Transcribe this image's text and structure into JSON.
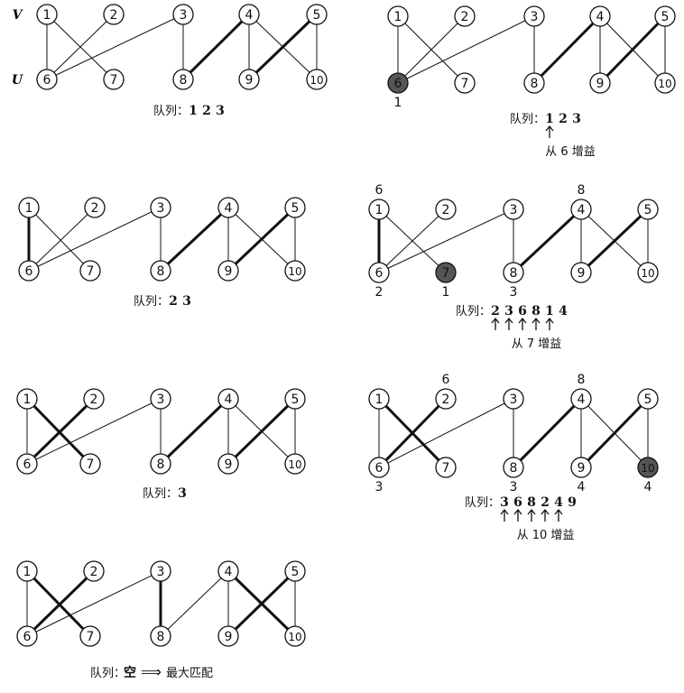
{
  "row_labels": {
    "v": "V",
    "u": "U"
  },
  "panels": [
    {
      "id": "panel-1",
      "nodes": [
        {
          "id": "1",
          "label": "1",
          "side": "V",
          "col": 0
        },
        {
          "id": "2",
          "label": "2",
          "side": "V",
          "col": 2
        },
        {
          "id": "3",
          "label": "3",
          "side": "V",
          "col": 3
        },
        {
          "id": "4",
          "label": "4",
          "side": "V",
          "col": 4
        },
        {
          "id": "5",
          "label": "5",
          "side": "V",
          "col": 5
        },
        {
          "id": "6",
          "label": "6",
          "side": "U",
          "col": 0
        },
        {
          "id": "7",
          "label": "7",
          "side": "U",
          "col": 1
        },
        {
          "id": "8",
          "label": "8",
          "side": "U",
          "col": 3
        },
        {
          "id": "9",
          "label": "9",
          "side": "U",
          "col": 4
        },
        {
          "id": "10",
          "label": "10",
          "side": "U",
          "col": 5
        }
      ],
      "edges": [
        [
          "1",
          "6",
          false
        ],
        [
          "1",
          "7",
          false
        ],
        [
          "2",
          "6",
          false
        ],
        [
          "3",
          "6",
          false
        ],
        [
          "3",
          "8",
          false
        ],
        [
          "4",
          "8",
          true
        ],
        [
          "4",
          "9",
          false
        ],
        [
          "4",
          "10",
          false
        ],
        [
          "5",
          "9",
          true
        ],
        [
          "5",
          "10",
          false
        ]
      ],
      "highlight": [],
      "node_marks": {},
      "queue_label": "队列：",
      "queue": [
        "1",
        "2",
        "3"
      ],
      "queue_arrows": [],
      "caption": ""
    },
    {
      "id": "panel-2",
      "nodes": [
        {
          "id": "1",
          "label": "1",
          "side": "V",
          "col": 0
        },
        {
          "id": "2",
          "label": "2",
          "side": "V",
          "col": 2
        },
        {
          "id": "3",
          "label": "3",
          "side": "V",
          "col": 3
        },
        {
          "id": "4",
          "label": "4",
          "side": "V",
          "col": 4
        },
        {
          "id": "5",
          "label": "5",
          "side": "V",
          "col": 5
        },
        {
          "id": "6",
          "label": "6",
          "side": "U",
          "col": 0
        },
        {
          "id": "7",
          "label": "7",
          "side": "U",
          "col": 1
        },
        {
          "id": "8",
          "label": "8",
          "side": "U",
          "col": 3
        },
        {
          "id": "9",
          "label": "9",
          "side": "U",
          "col": 4
        },
        {
          "id": "10",
          "label": "10",
          "side": "U",
          "col": 5
        }
      ],
      "edges": [
        [
          "1",
          "6",
          false
        ],
        [
          "1",
          "7",
          false
        ],
        [
          "2",
          "6",
          false
        ],
        [
          "3",
          "6",
          false
        ],
        [
          "3",
          "8",
          false
        ],
        [
          "4",
          "8",
          true
        ],
        [
          "4",
          "9",
          false
        ],
        [
          "4",
          "10",
          false
        ],
        [
          "5",
          "9",
          true
        ],
        [
          "5",
          "10",
          false
        ]
      ],
      "highlight": [
        "6"
      ],
      "node_marks": {
        "6": "1"
      },
      "queue_label": "队列：",
      "queue": [
        "1",
        "2",
        "3"
      ],
      "queue_arrows": [
        0
      ],
      "caption": "从 6 增益"
    },
    {
      "id": "panel-3",
      "nodes": [
        {
          "id": "1",
          "label": "1",
          "side": "V",
          "col": 0
        },
        {
          "id": "2",
          "label": "2",
          "side": "V",
          "col": 2
        },
        {
          "id": "3",
          "label": "3",
          "side": "V",
          "col": 3
        },
        {
          "id": "4",
          "label": "4",
          "side": "V",
          "col": 4
        },
        {
          "id": "5",
          "label": "5",
          "side": "V",
          "col": 5
        },
        {
          "id": "6",
          "label": "6",
          "side": "U",
          "col": 0
        },
        {
          "id": "7",
          "label": "7",
          "side": "U",
          "col": 1
        },
        {
          "id": "8",
          "label": "8",
          "side": "U",
          "col": 3
        },
        {
          "id": "9",
          "label": "9",
          "side": "U",
          "col": 4
        },
        {
          "id": "10",
          "label": "10",
          "side": "U",
          "col": 5
        }
      ],
      "edges": [
        [
          "1",
          "6",
          true
        ],
        [
          "1",
          "7",
          false
        ],
        [
          "2",
          "6",
          false
        ],
        [
          "3",
          "6",
          false
        ],
        [
          "3",
          "8",
          false
        ],
        [
          "4",
          "8",
          true
        ],
        [
          "4",
          "9",
          false
        ],
        [
          "4",
          "10",
          false
        ],
        [
          "5",
          "9",
          true
        ],
        [
          "5",
          "10",
          false
        ]
      ],
      "highlight": [],
      "node_marks": {},
      "queue_label": "队列：",
      "queue": [
        "2",
        "3"
      ],
      "queue_arrows": [],
      "caption": ""
    },
    {
      "id": "panel-4",
      "nodes": [
        {
          "id": "1",
          "label": "1",
          "side": "V",
          "col": 0
        },
        {
          "id": "2",
          "label": "2",
          "side": "V",
          "col": 2
        },
        {
          "id": "3",
          "label": "3",
          "side": "V",
          "col": 4
        },
        {
          "id": "4",
          "label": "4",
          "side": "V",
          "col": 6
        },
        {
          "id": "5",
          "label": "5",
          "side": "V",
          "col": 8
        },
        {
          "id": "6",
          "label": "6",
          "side": "U",
          "col": 0
        },
        {
          "id": "7",
          "label": "7",
          "side": "U",
          "col": 2
        },
        {
          "id": "8",
          "label": "8",
          "side": "U",
          "col": 4
        },
        {
          "id": "9",
          "label": "9",
          "side": "U",
          "col": 6
        },
        {
          "id": "10",
          "label": "10",
          "side": "U",
          "col": 8
        }
      ],
      "edges": [
        [
          "1",
          "6",
          true
        ],
        [
          "1",
          "7",
          false
        ],
        [
          "2",
          "6",
          false
        ],
        [
          "3",
          "6",
          false
        ],
        [
          "3",
          "8",
          false
        ],
        [
          "4",
          "8",
          true
        ],
        [
          "4",
          "9",
          false
        ],
        [
          "4",
          "10",
          false
        ],
        [
          "5",
          "9",
          true
        ],
        [
          "5",
          "10",
          false
        ]
      ],
      "highlight": [
        "7"
      ],
      "node_marks": {
        "1": "6",
        "4": "8",
        "6": "2",
        "7": "1",
        "8": "3"
      },
      "queue_label": "队列：",
      "queue": [
        "2",
        "3",
        "6",
        "8",
        "1",
        "4"
      ],
      "queue_arrows": [
        0,
        1,
        2,
        3,
        4
      ],
      "caption": "从 7 增益"
    },
    {
      "id": "panel-5",
      "nodes": [
        {
          "id": "1",
          "label": "1",
          "side": "V",
          "col": 0
        },
        {
          "id": "2",
          "label": "2",
          "side": "V",
          "col": 2
        },
        {
          "id": "3",
          "label": "3",
          "side": "V",
          "col": 3
        },
        {
          "id": "4",
          "label": "4",
          "side": "V",
          "col": 4
        },
        {
          "id": "5",
          "label": "5",
          "side": "V",
          "col": 5
        },
        {
          "id": "6",
          "label": "6",
          "side": "U",
          "col": 0
        },
        {
          "id": "7",
          "label": "7",
          "side": "U",
          "col": 1
        },
        {
          "id": "8",
          "label": "8",
          "side": "U",
          "col": 3
        },
        {
          "id": "9",
          "label": "9",
          "side": "U",
          "col": 4
        },
        {
          "id": "10",
          "label": "10",
          "side": "U",
          "col": 5
        }
      ],
      "edges": [
        [
          "1",
          "6",
          false
        ],
        [
          "1",
          "7",
          true
        ],
        [
          "2",
          "6",
          true
        ],
        [
          "3",
          "6",
          false
        ],
        [
          "3",
          "8",
          false
        ],
        [
          "4",
          "8",
          true
        ],
        [
          "4",
          "9",
          false
        ],
        [
          "4",
          "10",
          false
        ],
        [
          "5",
          "9",
          true
        ],
        [
          "5",
          "10",
          false
        ]
      ],
      "highlight": [],
      "node_marks": {},
      "queue_label": "队列：",
      "queue": [
        "3"
      ],
      "queue_arrows": [],
      "caption": ""
    },
    {
      "id": "panel-6",
      "nodes": [
        {
          "id": "1",
          "label": "1",
          "side": "V",
          "col": 0
        },
        {
          "id": "2",
          "label": "2",
          "side": "V",
          "col": 2
        },
        {
          "id": "3",
          "label": "3",
          "side": "V",
          "col": 4
        },
        {
          "id": "4",
          "label": "4",
          "side": "V",
          "col": 6
        },
        {
          "id": "5",
          "label": "5",
          "side": "V",
          "col": 8
        },
        {
          "id": "6",
          "label": "6",
          "side": "U",
          "col": 0
        },
        {
          "id": "7",
          "label": "7",
          "side": "U",
          "col": 2
        },
        {
          "id": "8",
          "label": "8",
          "side": "U",
          "col": 4
        },
        {
          "id": "9",
          "label": "9",
          "side": "U",
          "col": 6
        },
        {
          "id": "10",
          "label": "10",
          "side": "U",
          "col": 8
        }
      ],
      "edges": [
        [
          "1",
          "6",
          false
        ],
        [
          "1",
          "7",
          true
        ],
        [
          "2",
          "6",
          true
        ],
        [
          "3",
          "6",
          false
        ],
        [
          "3",
          "8",
          false
        ],
        [
          "4",
          "8",
          true
        ],
        [
          "4",
          "9",
          false
        ],
        [
          "4",
          "10",
          false
        ],
        [
          "5",
          "9",
          true
        ],
        [
          "5",
          "10",
          false
        ]
      ],
      "highlight": [
        "10"
      ],
      "node_marks": {
        "2": "6",
        "4": "8",
        "6": "3",
        "8": "3",
        "9": "4",
        "10": "4"
      },
      "queue_label": "队列：",
      "queue": [
        "3",
        "6",
        "8",
        "2",
        "4",
        "9"
      ],
      "queue_arrows": [
        0,
        1,
        2,
        3,
        4
      ],
      "caption": "从 10 增益"
    },
    {
      "id": "panel-7",
      "nodes": [
        {
          "id": "1",
          "label": "1",
          "side": "V",
          "col": 0
        },
        {
          "id": "2",
          "label": "2",
          "side": "V",
          "col": 2
        },
        {
          "id": "3",
          "label": "3",
          "side": "V",
          "col": 3
        },
        {
          "id": "4",
          "label": "4",
          "side": "V",
          "col": 4
        },
        {
          "id": "5",
          "label": "5",
          "side": "V",
          "col": 5
        },
        {
          "id": "6",
          "label": "6",
          "side": "U",
          "col": 0
        },
        {
          "id": "7",
          "label": "7",
          "side": "U",
          "col": 1
        },
        {
          "id": "8",
          "label": "8",
          "side": "U",
          "col": 3
        },
        {
          "id": "9",
          "label": "9",
          "side": "U",
          "col": 4
        },
        {
          "id": "10",
          "label": "10",
          "side": "U",
          "col": 5
        }
      ],
      "edges": [
        [
          "1",
          "6",
          false
        ],
        [
          "1",
          "7",
          true
        ],
        [
          "2",
          "6",
          true
        ],
        [
          "3",
          "6",
          false
        ],
        [
          "3",
          "8",
          true
        ],
        [
          "4",
          "8",
          false
        ],
        [
          "4",
          "9",
          false
        ],
        [
          "4",
          "10",
          true
        ],
        [
          "5",
          "9",
          true
        ],
        [
          "5",
          "10",
          false
        ]
      ],
      "highlight": [],
      "node_marks": {},
      "queue_label": "队列：",
      "queue": [
        "空"
      ],
      "queue_arrows": [],
      "caption": "",
      "result_arrow": "⟹",
      "result_text": "最大匹配"
    }
  ]
}
